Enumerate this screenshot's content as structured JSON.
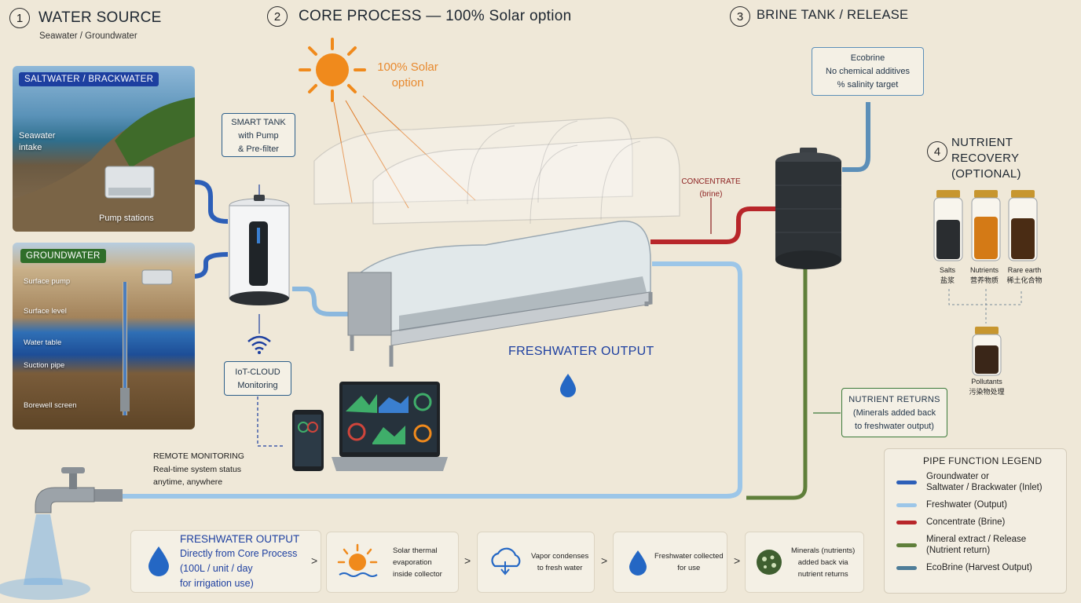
{
  "source": {
    "number": "1",
    "title": "WATER SOURCE",
    "subtitle": "Seawater / Groundwater",
    "saltwater_tag": "SALTWATER / BRACKWATER",
    "seawater_intake": "Seawater intake",
    "pump_stations": "Pump stations",
    "groundwater_tag": "GROUNDWATER",
    "surface_pump": "Surface pump",
    "surface_level": "Surface level",
    "water_table": "Water table",
    "suction_pipe": "Suction pipe",
    "borewell_screen": "Borewell screen"
  },
  "core": {
    "number": "2",
    "title": "CORE PROCESS — 100% Solar option",
    "solar_label_1": "100% Solar",
    "solar_label_2": "option",
    "smart_tank_1": "SMART TANK",
    "smart_tank_2": "with Pump",
    "smart_tank_3": "& Pre-filter",
    "iot_1": "IoT-CLOUD",
    "iot_2": "Monitoring",
    "freshwater_output": "FRESHWATER OUTPUT",
    "concentrate_1": "CONCENTRATE",
    "concentrate_2": "(brine)",
    "remote_1": "REMOTE MONITORING",
    "remote_2": "Real-time system status",
    "remote_3": "anytime, anywhere"
  },
  "brine": {
    "number": "3",
    "title": "BRINE TANK / RELEASE",
    "ecobrine_1": "Ecobrine",
    "ecobrine_2": "No chemical additives",
    "ecobrine_3": "% salinity target"
  },
  "nutrient": {
    "number": "4",
    "title_1": "NUTRIENT RECOVERY",
    "title_2": "(OPTIONAL)",
    "jars": [
      {
        "label": "Salts",
        "sub": "盐浆"
      },
      {
        "label": "Nutrients",
        "sub": "营养物质"
      },
      {
        "label": "Rare earth",
        "sub": "稀土化合物"
      }
    ],
    "pollutants": "Pollutants",
    "pollutants_sub": "污染物处理",
    "returns_1": "NUTRIENT RETURNS",
    "returns_2": "(Minerals added back",
    "returns_3": "to freshwater output)"
  },
  "legend": {
    "title": "PIPE FUNCTION LEGEND",
    "items": [
      {
        "label_1": "Groundwater or",
        "label_2": "Saltwater / Brackwater (Inlet)",
        "color": "#2d5fb8"
      },
      {
        "label_1": "Freshwater (Output)",
        "label_2": "",
        "color": "#9cc6e8"
      },
      {
        "label_1": "Concentrate (Brine)",
        "label_2": "",
        "color": "#b8262a"
      },
      {
        "label_1": "Mineral extract / Release",
        "label_2": "(Nutrient return)",
        "color": "#5f7f3a"
      },
      {
        "label_1": "EcoBrine (Harvest Output)",
        "label_2": "",
        "color": "#4e7d98"
      }
    ]
  },
  "steps": {
    "fw_title": "FRESHWATER OUTPUT",
    "fw_1": "Directly from Core Process",
    "fw_2": "(100L / unit / day",
    "fw_3": "for irrigation use)",
    "s1_1": "Solar thermal",
    "s1_2": "evaporation",
    "s1_3": "inside collector",
    "s2_1": "Vapor condenses",
    "s2_2": "to fresh water",
    "s3_1": "Freshwater collected",
    "s3_2": "for use",
    "s4_1": "Minerals (nutrients)",
    "s4_2": "added back via",
    "s4_3": "nutrient returns",
    "arrow": ">"
  },
  "colors": {
    "inlet": "#2d5fb8",
    "freshwater": "#9cc6e8",
    "brine": "#b8262a",
    "mineral": "#5f7f3a",
    "sun": "#f08a1c",
    "accent_blue": "#1d3fa0"
  }
}
